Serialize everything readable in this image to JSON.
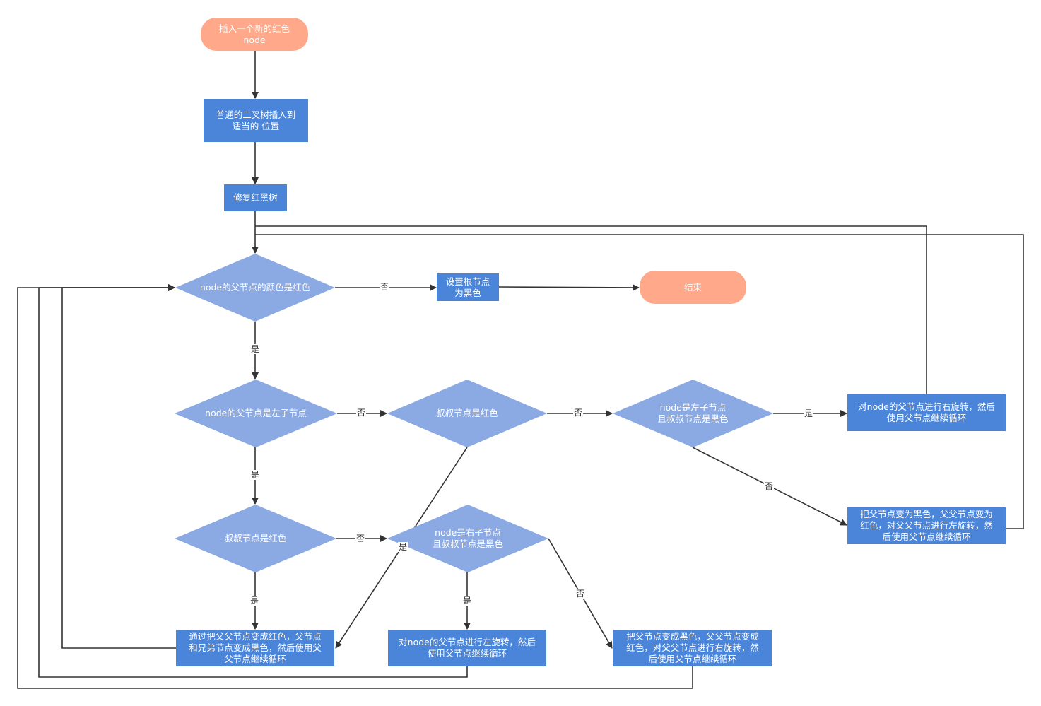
{
  "colors": {
    "terminal": "#FFA88A",
    "process": "#4A85DA",
    "decision": "#8BA9E2",
    "edge": "#333333"
  },
  "nodes": {
    "start": "插入一个新的红色\nnode",
    "bst_insert": "普通的二叉树插入到\n适当的 位置",
    "fix_tree": "修复红黑树",
    "cond_parent_red": "node的父节点的颜色是红色",
    "set_root_black": "设置根节点\n为黑色",
    "end": "结束",
    "cond_parent_left": "node的父节点是左子节点",
    "cond_uncle_red_1": "叔叔节点是红色",
    "cond_left_uncle_black": "node是左子节点\n且叔叔节点是黑色",
    "right_rotate_parent": "对node的父节点进行右旋转，然后\n使用父节点继续循环",
    "cond_uncle_red_2": "叔叔节点是红色",
    "cond_right_uncle_black": "node是右子节点\n且叔叔节点是黑色",
    "recolor_continue": "通过把父父节点变成红色，父节点\n和兄弟节点变成黑色，然后使用父\n父节点继续循环",
    "left_rotate_parent": "对node的父节点进行左旋转，然后\n使用父节点继续循环",
    "recolor_right_rotate_gp": "把父节点变成黑色，父父节点变成\n红色，对父父节点进行右旋转，然\n后使用父节点继续循环",
    "recolor_left_rotate_gp": "把父节点变为黑色，父父节点变为\n红色，对父父节点进行左旋转，然\n后使用父节点继续循环"
  },
  "edge_labels": {
    "no_root": "否",
    "yes_parent_red": "是",
    "no_parent_left": "否",
    "yes_parent_left": "是",
    "no_uncle_red_1": "否",
    "yes_left_child": "是",
    "no_left_child": "否",
    "no_uncle_red_2": "否",
    "yes_uncle_red_1": "是",
    "yes_uncle_red_2": "是",
    "yes_right_child": "是",
    "no_right_child": "否"
  }
}
